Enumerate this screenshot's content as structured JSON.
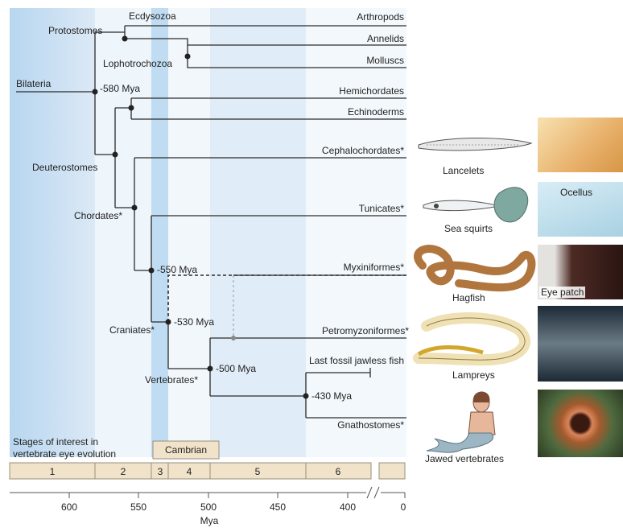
{
  "taxa": {
    "arthropods": "Arthropods",
    "annelids": "Annelids",
    "molluscs": "Molluscs",
    "hemichordates": "Hemichordates",
    "echinoderms": "Echinoderms",
    "cephalochordates": "Cephalochordates*",
    "tunicates": "Tunicates*",
    "myxiniformes": "Myxiniformes*",
    "petromyzoniformes": "Petromyzoniformes*",
    "last_fossil": "Last fossil jawless fish",
    "gnathostomes": "Gnathostomes*"
  },
  "clades": {
    "bilateria": "Bilateria",
    "protostomes": "Protostomes",
    "ecdysozoa": "Ecdysozoa",
    "lophotrochozoa": "Lophotrochozoa",
    "deuterostomes": "Deuterostomes",
    "chordates": "Chordates*",
    "craniates": "Craniates*",
    "vertebrates": "Vertebrates*"
  },
  "node_dates": {
    "bilateria": "-580 Mya",
    "tunicate_split": "-550 Mya",
    "craniates": "-530 Mya",
    "vertebrates": "-500 Mya",
    "gnathostomes": "-430 Mya"
  },
  "stages": {
    "title_line1": "Stages of interest in",
    "title_line2": "vertebrate eye evolution",
    "cambrian": "Cambrian",
    "items": [
      "1",
      "2",
      "3",
      "4",
      "5",
      "6"
    ]
  },
  "axis": {
    "ticks": [
      "600",
      "550",
      "500",
      "450",
      "400",
      "0"
    ],
    "label": "Mya"
  },
  "organisms": {
    "lancelets": "Lancelets",
    "sea_squirts": "Sea squirts",
    "hagfish": "Hagfish",
    "lampreys": "Lampreys",
    "jawed_vertebrates": "Jawed vertebrates"
  },
  "photo_annotations": {
    "ocellus": "Ocellus",
    "eye_patch": "Eye patch"
  },
  "colors": {
    "band_light": "#e3eef8",
    "band_dark": "#bcd9f0",
    "stage_fill": "#f0e3c9",
    "stage_stroke": "#9a8f7e",
    "line": "#2b2b2b"
  }
}
